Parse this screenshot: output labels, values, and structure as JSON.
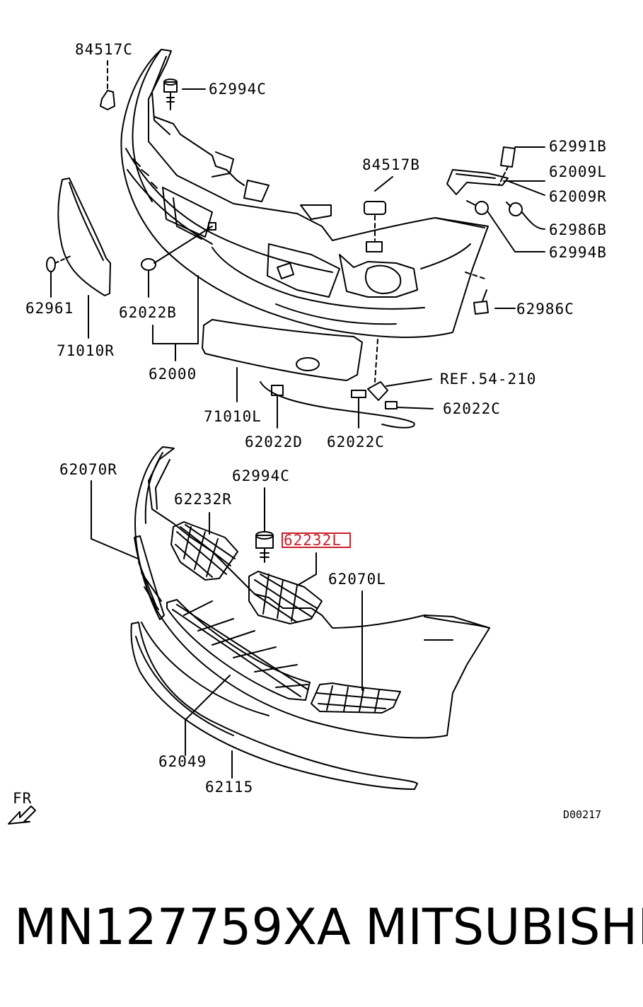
{
  "labels": {
    "l84517C": "84517C",
    "l62994C_top": "62994C",
    "l62991B": "62991B",
    "l62009L": "62009L",
    "l62009R": "62009R",
    "l84517B": "84517B",
    "l62986B": "62986B",
    "l62994B": "62994B",
    "l62961": "62961",
    "l62022B": "62022B",
    "l62986C": "62986C",
    "l71010R": "71010R",
    "l62000": "62000",
    "lREF": "REF.54-210",
    "l62022C_right": "62022C",
    "l71010L": "71010L",
    "l62022D": "62022D",
    "l62022C_bottom": "62022C",
    "l62070R": "62070R",
    "l62994C_mid": "62994C",
    "l62232R": "62232R",
    "l62232L": "62232L",
    "l62070L": "62070L",
    "l62049": "62049",
    "l62115": "62115",
    "fr": "FR",
    "drawing_no": "D00217"
  },
  "caption": {
    "part_number": "MN127759XA",
    "brand": "MITSUBISHI"
  },
  "colors": {
    "line": "#000000",
    "highlight": "#c8202a"
  }
}
